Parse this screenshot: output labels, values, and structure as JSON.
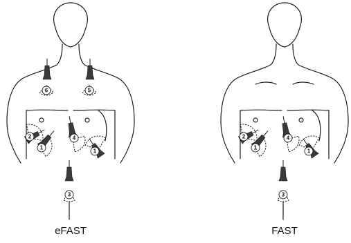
{
  "figures": [
    {
      "caption": "eFAST",
      "probes": [
        {
          "number": "1",
          "site": "right-upper-quadrant"
        },
        {
          "number": "2",
          "site": "right-lateral-chest"
        },
        {
          "number": "1",
          "site": "left-upper-quadrant"
        },
        {
          "number": "4",
          "site": "subxiphoid"
        },
        {
          "number": "3",
          "site": "suprapubic"
        },
        {
          "number": "5",
          "site": "left-anterior-chest"
        },
        {
          "number": "6",
          "site": "right-anterior-chest"
        }
      ]
    },
    {
      "caption": "FAST",
      "probes": [
        {
          "number": "1",
          "site": "right-upper-quadrant"
        },
        {
          "number": "2",
          "site": "right-lateral-chest"
        },
        {
          "number": "1",
          "site": "left-upper-quadrant"
        },
        {
          "number": "4",
          "site": "subxiphoid"
        },
        {
          "number": "3",
          "site": "suprapubic"
        }
      ]
    }
  ],
  "icons": {
    "probe": "ultrasound-probe-icon",
    "torso": "human-torso-outline"
  },
  "colors": {
    "line": "#1a1a1a",
    "probe": "#3a3a3a",
    "background": "#ffffff"
  }
}
